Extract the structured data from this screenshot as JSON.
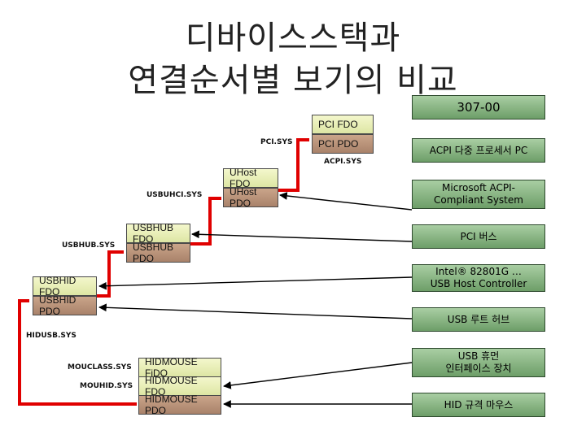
{
  "title": {
    "line1": "디바이스스택과",
    "line2": "연결순서별 보기의 비교"
  },
  "stack": {
    "pci": {
      "driver": "PCI.SYS",
      "fdo": "PCI FDO",
      "pdo": "PCI PDO",
      "acpi": "ACPI.SYS"
    },
    "usbuhci": {
      "driver": "USBUHCI.SYS",
      "fdo": "UHost FDO",
      "pdo": "UHost PDO"
    },
    "usbhub": {
      "driver": "USBHUB.SYS",
      "fdo": "USBHUB FDO",
      "pdo": "USBHUB PDO"
    },
    "usbhid": {
      "fdo": "USBHID FDO",
      "pdo": "USBHID PDO",
      "driver": "HIDUSB.SYS"
    },
    "hidmouse": {
      "class_driver": "MOUCLASS.SYS",
      "hid_driver": "MOUHID.SYS",
      "filter": "HIDMOUSE FiDO",
      "fdo": "HIDMOUSE FDO",
      "pdo": "HIDMOUSE PDO"
    }
  },
  "connection": [
    {
      "line1": "307-00",
      "line2": ""
    },
    {
      "line1": "ACPI 다중 프로세서 PC",
      "line2": ""
    },
    {
      "line1": "Microsoft ACPI-",
      "line2": "Compliant System"
    },
    {
      "line1": "PCI 버스",
      "line2": ""
    },
    {
      "line1": "Intel® 82801G …",
      "line2": "USB Host Controller"
    },
    {
      "line1": "USB 루트 허브",
      "line2": ""
    },
    {
      "line1": "USB 휴먼",
      "line2": "인터페이스 장치"
    },
    {
      "line1": "HID 규격 마우스",
      "line2": ""
    }
  ],
  "colors": {
    "fdo_fill": "#e9efb8",
    "pdo_fill": "#b8927a",
    "connection_fill": "#8fbc8a",
    "connector": "#e00000",
    "arrow": "#000000"
  }
}
